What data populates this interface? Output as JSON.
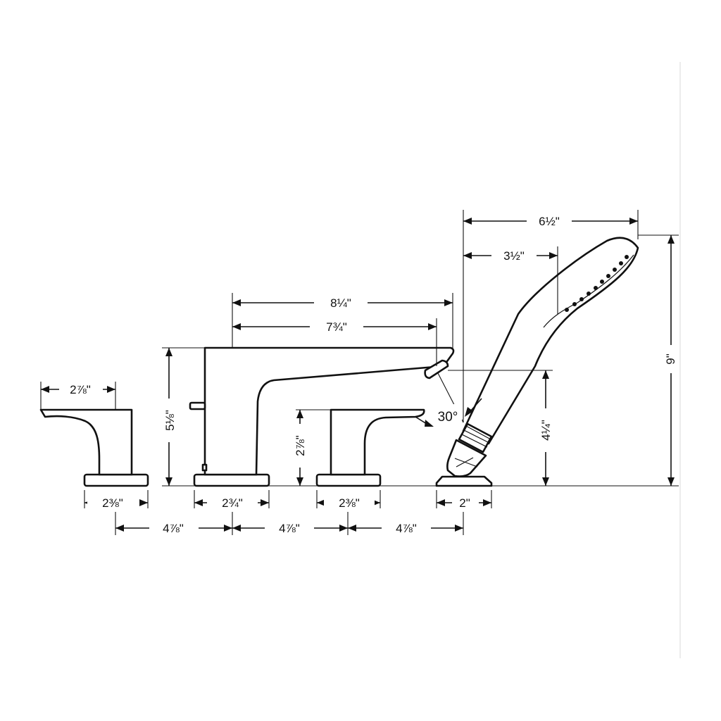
{
  "diagram": {
    "dimensions": {
      "handshower_length": "6½\"",
      "handshower_offset": "3½\"",
      "spout_reach_overall": "8¼\"",
      "spout_reach": "7¾\"",
      "spout_height": "5⅛\"",
      "handle_width": "2⅞\"",
      "handle_height": "2⅞\"",
      "outlet_height": "4¼\"",
      "overall_height": "9\"",
      "spray_angle": "30°",
      "handle_base_left": "2⅜\"",
      "spout_base": "2¾\"",
      "handle_base_right": "2⅜\"",
      "handshower_base": "2\"",
      "spacing_1": "4⅞\"",
      "spacing_2": "4⅞\"",
      "spacing_3": "4⅞\""
    }
  }
}
